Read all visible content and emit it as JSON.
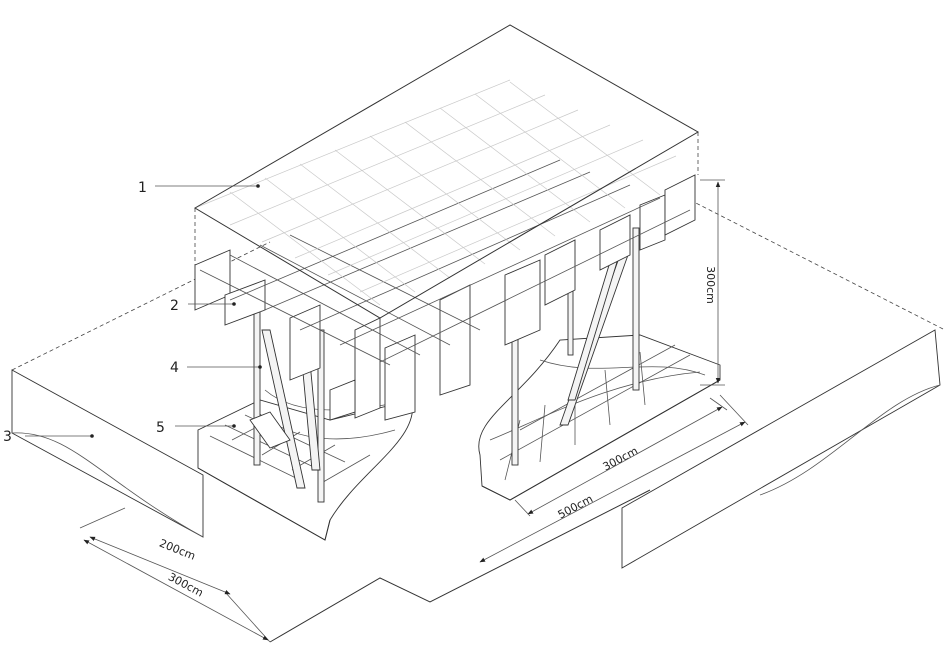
{
  "callouts": {
    "c1": "1",
    "c2": "2",
    "c3": "3",
    "c4": "4",
    "c5": "5"
  },
  "dimensions": {
    "height": "300cm",
    "right_depth": "300cm",
    "right_length": "500cm",
    "left_inner": "200cm",
    "left_outer": "300cm"
  }
}
